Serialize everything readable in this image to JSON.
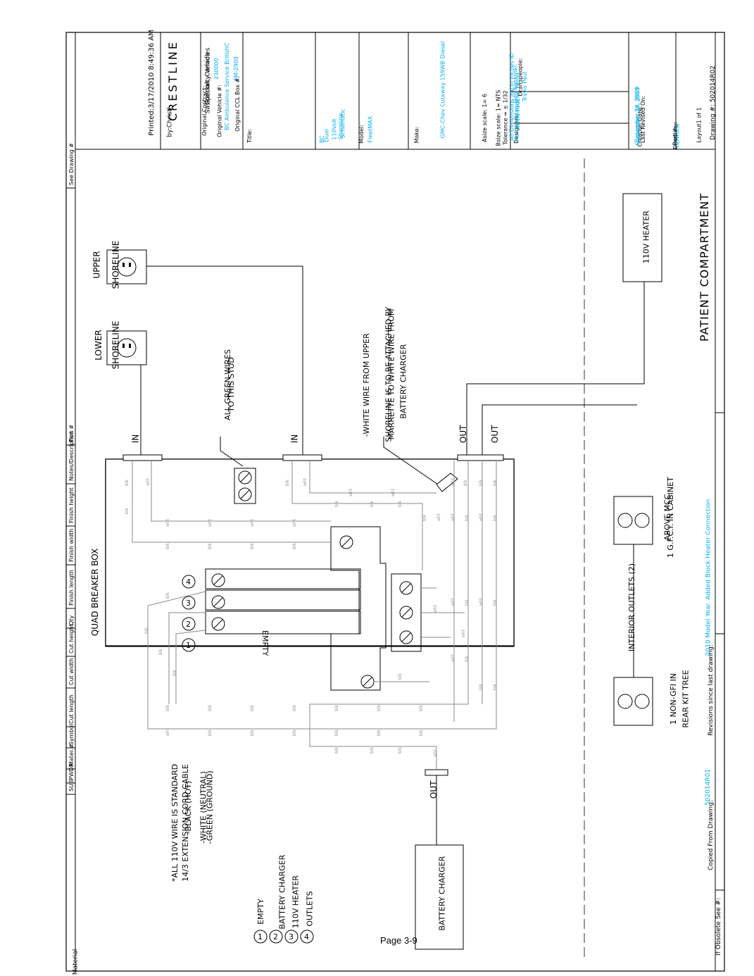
{
  "page_label": "Page 3-9",
  "title_block": {
    "printed": "Printed:3/17/2010 8:49:36 AM",
    "by": "by:ChrisK",
    "logo": "CRESTLINE",
    "company_line1": "Specialty Vehicles",
    "company_line2": "Saskatoon, Canada",
    "original_contract_label": "Original Contract:",
    "original_contract_value": "230000",
    "original_line2": "BC Ambulance Service BritishC",
    "original_vehicle_label": "Original Vehicle #:",
    "original_vehicle_value": "FM-2909",
    "original_ccl_box": "Original CCL Box #:",
    "title_label": "Title:",
    "title_values": [
      "BC",
      "Dual",
      "110Volt",
      "Shoreline",
      "Schematic"
    ],
    "model_label": "Model:",
    "model_value": "FleetMAX",
    "make_label": "Make:",
    "make_value": "GMC-Chev Cutaway 159WB Diesel",
    "asize_scale": "Asize scale: 1= 6",
    "bsize_scale": "Bsize scale: 1= NTS",
    "tolerance": "Tolerance = ± 1/32",
    "all_dims": "All Dimensions are in Inches ID",
    "designers_label": "Designers:",
    "designers": [
      "Murray Adams",
      "Travis Paul"
    ],
    "draftspeople_label": "Draftspeople:",
    "draftspeople": [
      "Dan Konkoski",
      "Erin Filson",
      "Travis Paul"
    ],
    "creation_date_label": "Creation Date:",
    "creation_date_value": "September 28, 2003",
    "last_revised_label": "Last Revised On:",
    "last_revised_value": "December 14, 2009",
    "part_label": "Part #:",
    "directory_label": "Directory:",
    "directory_value": "\\\\DWGS\\",
    "drawing_label": "Drawing #: 502014R02",
    "layout_label": "Layout1 of 1"
  },
  "header_columns": [
    "Material",
    "SUB",
    "PWDR",
    "Mater.#",
    "Symbol",
    "Cut length",
    "Cut width",
    "Cut height",
    "Qty",
    "Finish length",
    "Finish width",
    "Finish height",
    "Notes/Description",
    "Part #",
    "See Drawing #"
  ],
  "footer": {
    "obsolete": "If Obsolete See #:",
    "copied_label": "Copied From Drawing:",
    "copied_value": "502014R01",
    "revisions_label": "Revisions since last drawing:",
    "revisions_value": "2010 Model Year. Added Block Heater Connection"
  },
  "diagram": {
    "breaker_box_label": "QUAD BREAKER BOX",
    "lower_shoreline": [
      "LOWER",
      "SHORELINE"
    ],
    "upper_shoreline": [
      "UPPER",
      "SHORELINE"
    ],
    "in_label": "IN",
    "out_label": "OUT",
    "green_note": [
      "ALL GREEN WIRES",
      "TO THIS STUD"
    ],
    "white_note": [
      "-WHITE WIRE FROM UPPER",
      "SHORELINE IS TO BE ATTACHED BY",
      "MARRETTE TO WHITE WIRE FROM",
      "BATTERY CHARGER"
    ],
    "empty_label": "EMPTY",
    "heater_label": "110V HEATER",
    "battery_charger_label": "BATTERY CHARGER",
    "interior_outlets": "INTERIOR OUTLETS (2)",
    "outlet_left": [
      "1 NON-GFI IN",
      "REAR KIT TREE"
    ],
    "outlet_right": [
      "1 G.F.C.I. IN CABINET",
      "ABOVE MCC"
    ],
    "patient_compartment": "PATIENT COMPARTMENT",
    "wire_note": [
      "*ALL 110V WIRE IS STANDARD",
      "14/3 EXTENSION CORD CABLE",
      "-BLACK (HOT)",
      "-WHITE (NEUTRAL)",
      "-GREEN (GROUND)"
    ],
    "legend": [
      "EMPTY",
      "BATTERY CHARGER",
      "110V HEATER",
      "OUTLETS"
    ],
    "breaker_numbers": [
      "1",
      "2",
      "3",
      "4"
    ],
    "blk": "blk",
    "wht": "wht"
  }
}
